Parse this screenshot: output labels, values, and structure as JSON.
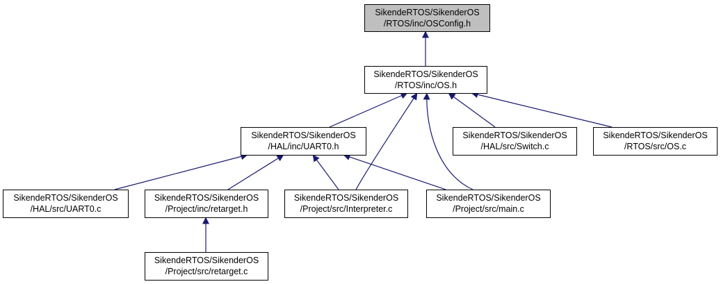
{
  "graph": {
    "colors": {
      "root_fill": "#bfbfbf",
      "node_fill": "#ffffff",
      "edge": "#191970"
    },
    "nodes": [
      {
        "id": "osconfig",
        "line1": "SikendeRTOS/SikenderOS",
        "line2": "/RTOS/inc/OSConfig.h",
        "root": true
      },
      {
        "id": "os_h",
        "line1": "SikendeRTOS/SikenderOS",
        "line2": "/RTOS/inc/OS.h"
      },
      {
        "id": "uart0_h",
        "line1": "SikendeRTOS/SikenderOS",
        "line2": "/HAL/inc/UART0.h"
      },
      {
        "id": "switch_c",
        "line1": "SikendeRTOS/SikenderOS",
        "line2": "/HAL/src/Switch.c"
      },
      {
        "id": "os_c",
        "line1": "SikendeRTOS/SikenderOS",
        "line2": "/RTOS/src/OS.c"
      },
      {
        "id": "uart0_c",
        "line1": "SikendeRTOS/SikenderOS",
        "line2": "/HAL/src/UART0.c"
      },
      {
        "id": "retarget_h",
        "line1": "SikendeRTOS/SikenderOS",
        "line2": "/Project/inc/retarget.h"
      },
      {
        "id": "interpreter",
        "line1": "SikendeRTOS/SikenderOS",
        "line2": "/Project/src/Interpreter.c"
      },
      {
        "id": "main_c",
        "line1": "SikendeRTOS/SikenderOS",
        "line2": "/Project/src/main.c"
      },
      {
        "id": "retarget_c",
        "line1": "SikendeRTOS/SikenderOS",
        "line2": "/Project/src/retarget.c"
      }
    ],
    "edges": [
      {
        "from": "os_h",
        "to": "osconfig"
      },
      {
        "from": "uart0_h",
        "to": "os_h"
      },
      {
        "from": "interpreter",
        "to": "os_h"
      },
      {
        "from": "main_c",
        "to": "os_h"
      },
      {
        "from": "switch_c",
        "to": "os_h"
      },
      {
        "from": "os_c",
        "to": "os_h"
      },
      {
        "from": "uart0_c",
        "to": "uart0_h"
      },
      {
        "from": "retarget_h",
        "to": "uart0_h"
      },
      {
        "from": "interpreter",
        "to": "uart0_h"
      },
      {
        "from": "main_c",
        "to": "uart0_h"
      },
      {
        "from": "retarget_c",
        "to": "retarget_h"
      }
    ]
  }
}
